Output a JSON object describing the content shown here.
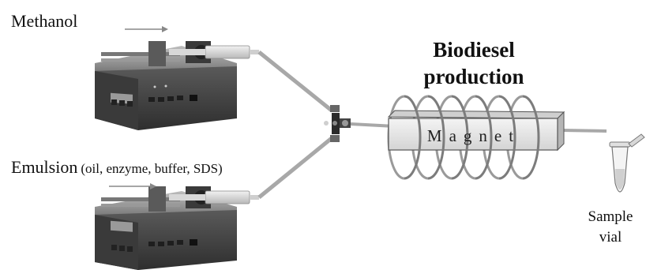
{
  "labels": {
    "methanol": "Methanol",
    "emulsion": "Emulsion",
    "emulsion_detail": "(oil, enzyme, buffer, SDS)",
    "title_line1": "Biodiesel",
    "title_line2": "production",
    "magnet": "Magnet",
    "sample_line1": "Sample",
    "sample_line2": "vial"
  },
  "colors": {
    "pump_body": "#4a4a4a",
    "pump_dark": "#2a2a2a",
    "screen": "#9a9a9a",
    "tube": "#a8a8a8",
    "coil": "#8c8c8c",
    "magnet_face": "#e8e8e8",
    "magnet_top": "#cfcfcf",
    "arrow": "#888888"
  }
}
